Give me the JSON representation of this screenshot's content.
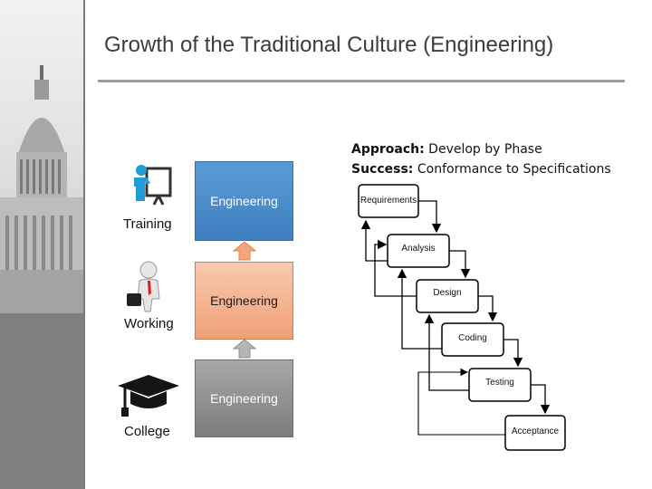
{
  "slide": {
    "title": "Growth of the Traditional Culture (Engineering)"
  },
  "approach": {
    "approach_label": "Approach:",
    "approach_text": "Develop by Phase",
    "success_label": "Success:",
    "success_text": "Conformance to Specifications"
  },
  "stages": [
    {
      "label": "Training",
      "box_text": "Engineering",
      "icon": "presenter-icon"
    },
    {
      "label": "Working",
      "box_text": "Engineering",
      "icon": "businessman-icon"
    },
    {
      "label": "College",
      "box_text": "Engineering",
      "icon": "graduation-cap-icon"
    }
  ],
  "waterfall": {
    "steps": [
      "Requirements",
      "Analysis",
      "Design",
      "Coding",
      "Testing",
      "Acceptance"
    ]
  },
  "colors": {
    "training_box": "#4f8fd0",
    "working_box": "#f4b08a",
    "college_box": "#8f8f8f",
    "arrow_orange": "#f4a57a",
    "arrow_grey": "#b5b5b5"
  }
}
